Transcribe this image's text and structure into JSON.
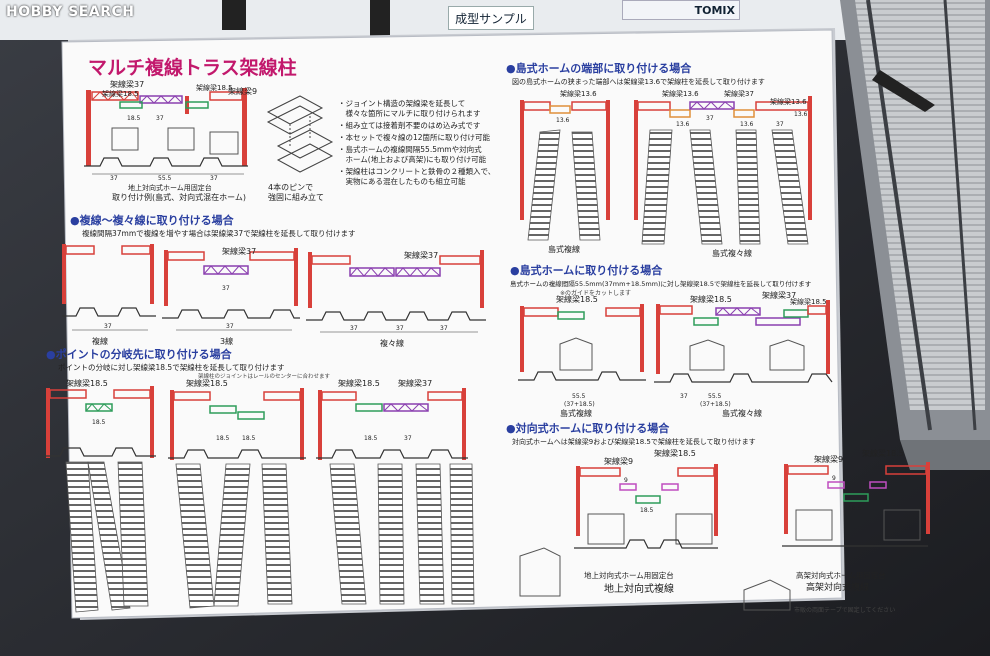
{
  "watermark": "HOBBY SEARCH",
  "sample_tag": "成型サンプル",
  "brand": "TOMIX",
  "title": "マルチ複線トラス架線柱",
  "s1": {
    "beams": [
      "架線梁37",
      "架線梁18.5",
      "架線梁18.5",
      "架線梁9"
    ],
    "dims": [
      "18.5",
      "37",
      "37",
      "55.5",
      "37"
    ],
    "caption1": "地上対向式ホーム用固定台",
    "caption2": "取り付け例(島式、対向式混在ホーム)",
    "pin_note1": "4本のピンで",
    "pin_note2": "強固に組み立て",
    "bullets": [
      "・ジョイント構造の架線梁を延長して",
      "　様々な箇所にマルチに取り付けられます",
      "・組み立ては接着剤不要のはめ込み式です",
      "・本セットで複々線の12箇所に取り付け可能",
      "・島式ホームの複線間隔55.5mmや対向式",
      "　ホーム(地上および高架)にも取り付け可能",
      "・架線柱はコンクリートと鉄骨の２種類入で、",
      "　実物にある混在したものも組立可能"
    ]
  },
  "s2": {
    "title": "●複線～複々線に取り付ける場合",
    "desc": "複線間隔37mmで複線を増やす場合は架線梁37で架線柱を延長して取り付けます",
    "beam_a": "架線梁37",
    "beam_b": "架線梁37",
    "dims": [
      "37",
      "37",
      "37",
      "37",
      "37",
      "37"
    ],
    "labels": [
      "複線",
      "3線",
      "複々線"
    ]
  },
  "s3": {
    "title": "●ポイントの分岐先に取り付ける場合",
    "desc": "ポイントの分岐に対し架線梁18.5で架線柱を延長して取り付けます",
    "note": "架線柱のジョイントはレールのセンターに合わせます",
    "beams": [
      "架線梁18.5",
      "架線梁18.5",
      "架線梁18.5",
      "架線梁37"
    ],
    "dims": [
      "18.5",
      "18.5",
      "18.5",
      "18.5",
      "37"
    ]
  },
  "s4": {
    "title": "●島式ホームの端部に取り付ける場合",
    "desc": "図の島式ホームの狭まった端部へは架線梁13.6で架線柱を延長して取り付けます",
    "beams": [
      "架線梁13.6",
      "架線梁13.6",
      "架線梁37",
      "架線梁13.6"
    ],
    "dims": [
      "13.6",
      "13.6",
      "37",
      "13.6",
      "37",
      "13.6"
    ],
    "labels": [
      "島式複線",
      "島式複々線"
    ]
  },
  "s5": {
    "title": "●島式ホームに取り付ける場合",
    "desc": "島式ホームの複線間隔55.5mm(37mm+18.5mm)に対し架線梁18.5で架線柱を延長して取り付けます",
    "note": "※のガイドをカットします",
    "beams": [
      "架線梁18.5",
      "架線梁18.5",
      "架線梁37",
      "架線梁18.5"
    ],
    "dims": [
      "55.5",
      "(37+18.5)",
      "37",
      "55.5",
      "(37+18.5)"
    ],
    "labels": [
      "島式複線",
      "島式複々線"
    ]
  },
  "s6": {
    "title": "●対向式ホームに取り付ける場合",
    "desc": "対向式ホームへは架線梁9および架線梁18.5で架線柱を延長して取り付けます",
    "beams": [
      "架線梁9",
      "架線梁18.5",
      "架線梁9",
      "架線梁18.5"
    ],
    "dims": [
      "9",
      "18.5",
      "9",
      "18.5"
    ],
    "caption_a1": "地上対向式ホーム用固定台",
    "caption_a2": "地上対向式複線",
    "caption_b1": "高架対向式ホーム用固定台",
    "caption_b2": "高架対向式複線",
    "tape_note": "市販の両面テープで固定してください"
  },
  "colors": {
    "pole_red": "#d8403a",
    "beam_green": "#2e9c5a",
    "beam_purple": "#8a3fb0",
    "beam_orange": "#e0903a",
    "heading_blue": "#2a3fa0",
    "title_magenta": "#c2186c",
    "line_gray": "#333333"
  }
}
